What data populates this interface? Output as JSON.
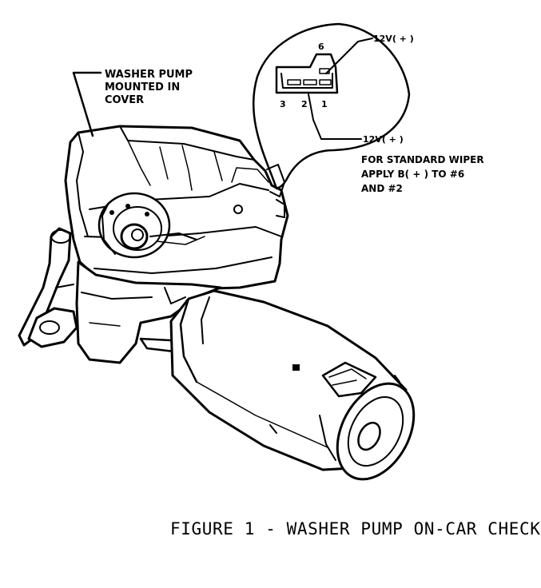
{
  "labels": {
    "washer_pump": [
      "WASHER PUMP",
      "MOUNTED IN",
      "COVER"
    ],
    "terminal_6_voltage": "12V( + )",
    "terminal_2_voltage": "12V( + )",
    "standard_wiper_note": [
      "FOR STANDARD WIPER",
      "APPLY B( + ) TO #6",
      "AND #2"
    ],
    "terminal_numbers": [
      "6",
      "3",
      "2",
      "1"
    ]
  },
  "caption": "FIGURE 1 - WASHER PUMP ON-CAR CHECK"
}
